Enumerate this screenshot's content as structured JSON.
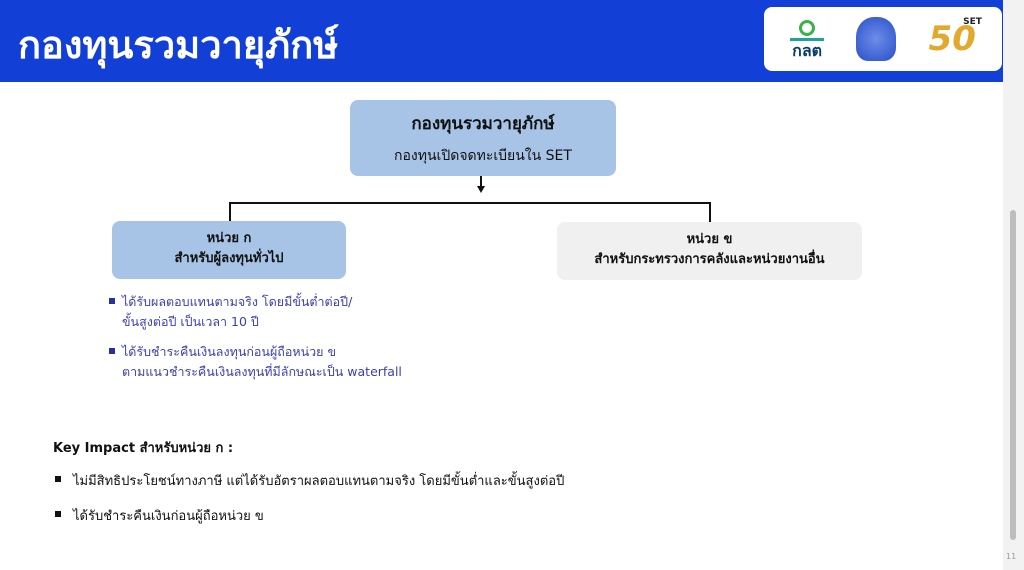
{
  "header": {
    "title": "กองทุนรวมวายุภักษ์",
    "logos": [
      "กลต",
      "กระทรวงการคลัง",
      "SET 50th"
    ],
    "logo_kls": "กลต",
    "logo_set": "50",
    "logo_set_small": "SET"
  },
  "diagram": {
    "top": {
      "title": "กองทุนรวมวายุภักษ์",
      "subtitle": "กองทุนเปิดจดทะเบียนใน SET"
    },
    "unit_a": {
      "line1": "หน่วย ก",
      "line2": "สำหรับผู้ลงทุนทั่วไป"
    },
    "unit_b": {
      "line1": "หน่วย ข",
      "line2": "สำหรับกระทรวงการคลังและหน่วยงานอื่น"
    },
    "unit_a_points": [
      {
        "line1": "ได้รับผลตอบแทนตามจริง โดยมีขั้นต่ำต่อปี/",
        "line2": "ขั้นสูงต่อปี เป็นเวลา 10 ปี"
      },
      {
        "line1": "ได้รับชำระคืนเงินลงทุนก่อนผู้ถือหน่วย ข",
        "line2": "ตามแนวชำระคืนเงินลงทุนที่มีลักษณะเป็น waterfall"
      }
    ]
  },
  "key_impact": {
    "heading": "Key Impact สำหรับหน่วย ก :",
    "items": [
      "ไม่มีสิทธิประโยชน์ทางภาษี แต่ได้รับอัตราผลตอบแทนตามจริง โดยมีขั้นต่ำและขั้นสูงต่อปี",
      "ได้รับชำระคืนเงินก่อนผู้ถือหน่วย ข"
    ]
  },
  "page_number": "11"
}
